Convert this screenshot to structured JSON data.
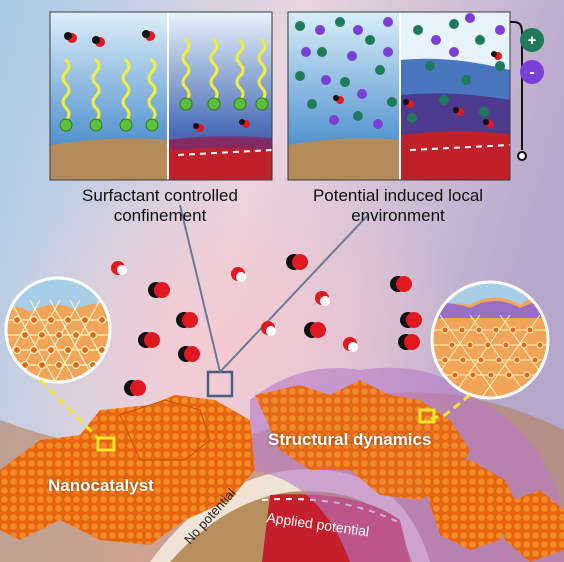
{
  "panels": {
    "left": {
      "caption_line1": "Surfactant controlled",
      "caption_line2": "confinement"
    },
    "right": {
      "caption_line1": "Potential induced local",
      "caption_line2": "environment"
    }
  },
  "ions": {
    "cation_symbol": "+",
    "anion_symbol": "-"
  },
  "labels": {
    "nanocatalyst": "Nanocatalyst",
    "structural_dynamics": "Structural dynamics",
    "no_potential": "No potential",
    "applied_potential": "Applied potential"
  },
  "colors": {
    "cation": "#1f7a5a",
    "anion": "#7b3fd6",
    "surfactant_tail": "#f2ee3a",
    "surfactant_head": "#5bbf3a",
    "electrode_neutral": "#b48c5c",
    "electrode_charged": "#c0202a",
    "catalyst": "#f07a18",
    "co2_oxygen": "#e01820",
    "co2_carbon": "#111111"
  }
}
